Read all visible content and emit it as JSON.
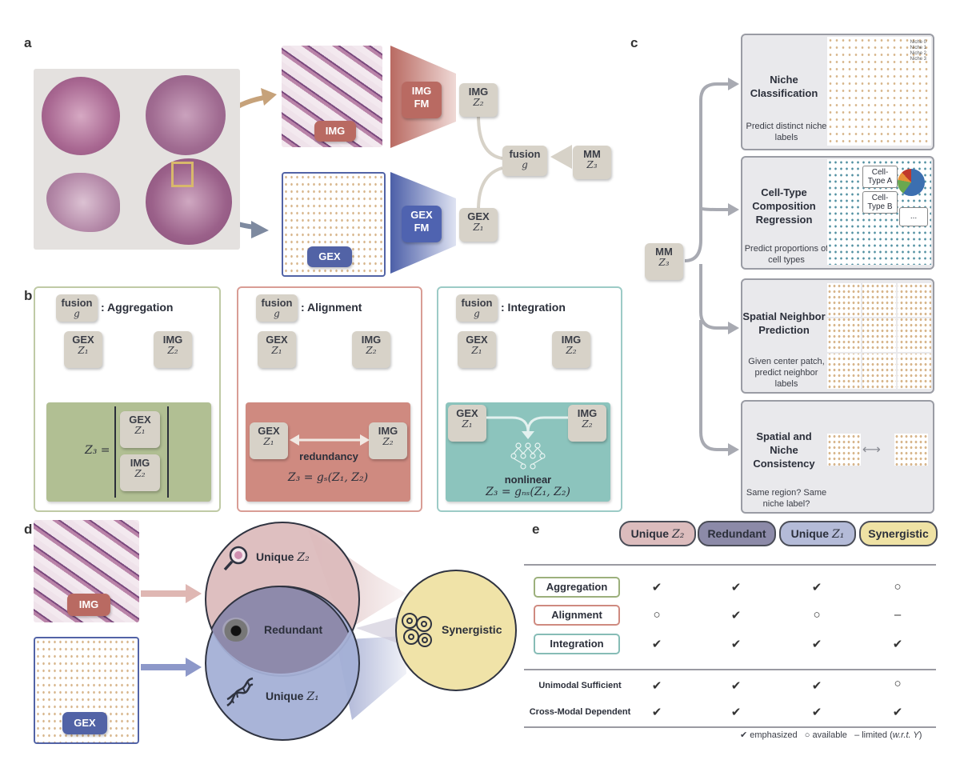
{
  "panels": {
    "a": "a",
    "b": "b",
    "c": "c",
    "d": "d",
    "e": "e"
  },
  "panel_a": {
    "img_label": "IMG",
    "gex_label": "GEX",
    "img_fm": {
      "line1": "IMG",
      "line2": "FM"
    },
    "gex_fm": {
      "line1": "GEX",
      "line2": "FM"
    },
    "img_token": {
      "name": "IMG",
      "sym": "Z₂"
    },
    "gex_token": {
      "name": "GEX",
      "sym": "Z₁"
    },
    "fusion_token": {
      "name": "fusion",
      "sym": "g"
    },
    "mm_token": {
      "name": "MM",
      "sym": "Z₃"
    }
  },
  "panel_b": {
    "aggregation": {
      "fusion": "fusion",
      "g": "g",
      "title": ": Aggregation",
      "gex": "GEX",
      "gex_sym": "Z₁",
      "img": "IMG",
      "img_sym": "Z₂",
      "eq": "Z₃ ="
    },
    "alignment": {
      "fusion": "fusion",
      "g": "g",
      "title": ": Alignment",
      "gex": "GEX",
      "gex_sym": "Z₁",
      "img": "IMG",
      "img_sym": "Z₂",
      "mid": "redundancy",
      "eq": "Z₃ = gₛ(Z₁, Z₂)"
    },
    "integration": {
      "fusion": "fusion",
      "g": "g",
      "title": ": Integration",
      "gex": "GEX",
      "gex_sym": "Z₁",
      "img": "IMG",
      "img_sym": "Z₂",
      "mid": "nonlinear",
      "eq": "Z₃ = gₙₛ(Z₁, Z₂)"
    }
  },
  "panel_c": {
    "mm_name": "MM",
    "mm_sym": "Z₃",
    "tasks": [
      {
        "title": "Niche Classification",
        "desc": "Predict distinct niche labels"
      },
      {
        "title": "Cell-Type Composition Regression",
        "desc": "Predict proportions of cell types"
      },
      {
        "title": "Spatial Neighbor Prediction",
        "desc": "Given center patch, predict neighbor labels"
      },
      {
        "title": "Spatial and Niche Consistency",
        "desc": "Same region? Same niche label?"
      }
    ],
    "legend": [
      "Niche 0",
      "Niche 1",
      "Niche 2",
      "Niche 3"
    ],
    "callouts": [
      "Cell-Type A",
      "Cell-Type B",
      "..."
    ]
  },
  "panel_d": {
    "img_label": "IMG",
    "gex_label": "GEX",
    "unique2": "Unique",
    "unique2_sym": "Z₂",
    "redundant": "Redundant",
    "unique1": "Unique",
    "unique1_sym": "Z₁",
    "synergistic": "Synergistic"
  },
  "panel_e": {
    "headers": [
      {
        "text": "Unique",
        "sym": "Z₂",
        "color": "#dcbcbd"
      },
      {
        "text": "Redundant",
        "sym": "",
        "color": "#8c8aa8"
      },
      {
        "text": "Unique",
        "sym": "Z₁",
        "color": "#b4bbd8"
      },
      {
        "text": "Synergistic",
        "sym": "",
        "color": "#efe2a4"
      }
    ],
    "rows": [
      {
        "label": "Aggregation",
        "color": "#9cb07c",
        "marks": [
          "✔",
          "✔",
          "✔",
          "○"
        ]
      },
      {
        "label": "Alignment",
        "color": "#cf8a80",
        "marks": [
          "○",
          "✔",
          "○",
          "–"
        ]
      },
      {
        "label": "Integration",
        "color": "#86bcb6",
        "marks": [
          "✔",
          "✔",
          "✔",
          "✔"
        ]
      }
    ],
    "rows2": [
      {
        "label": "Unimodal Sufficient",
        "marks": [
          "✔",
          "✔",
          "✔",
          "○"
        ]
      },
      {
        "label": "Cross-Modal Dependent",
        "marks": [
          "✔",
          "✔",
          "✔",
          "✔"
        ]
      }
    ],
    "legend": {
      "check": "✔ emphasized",
      "circle": "○ available",
      "dash": "– limited (",
      "wrt": "w.r.t. Y",
      "close": ")"
    }
  }
}
